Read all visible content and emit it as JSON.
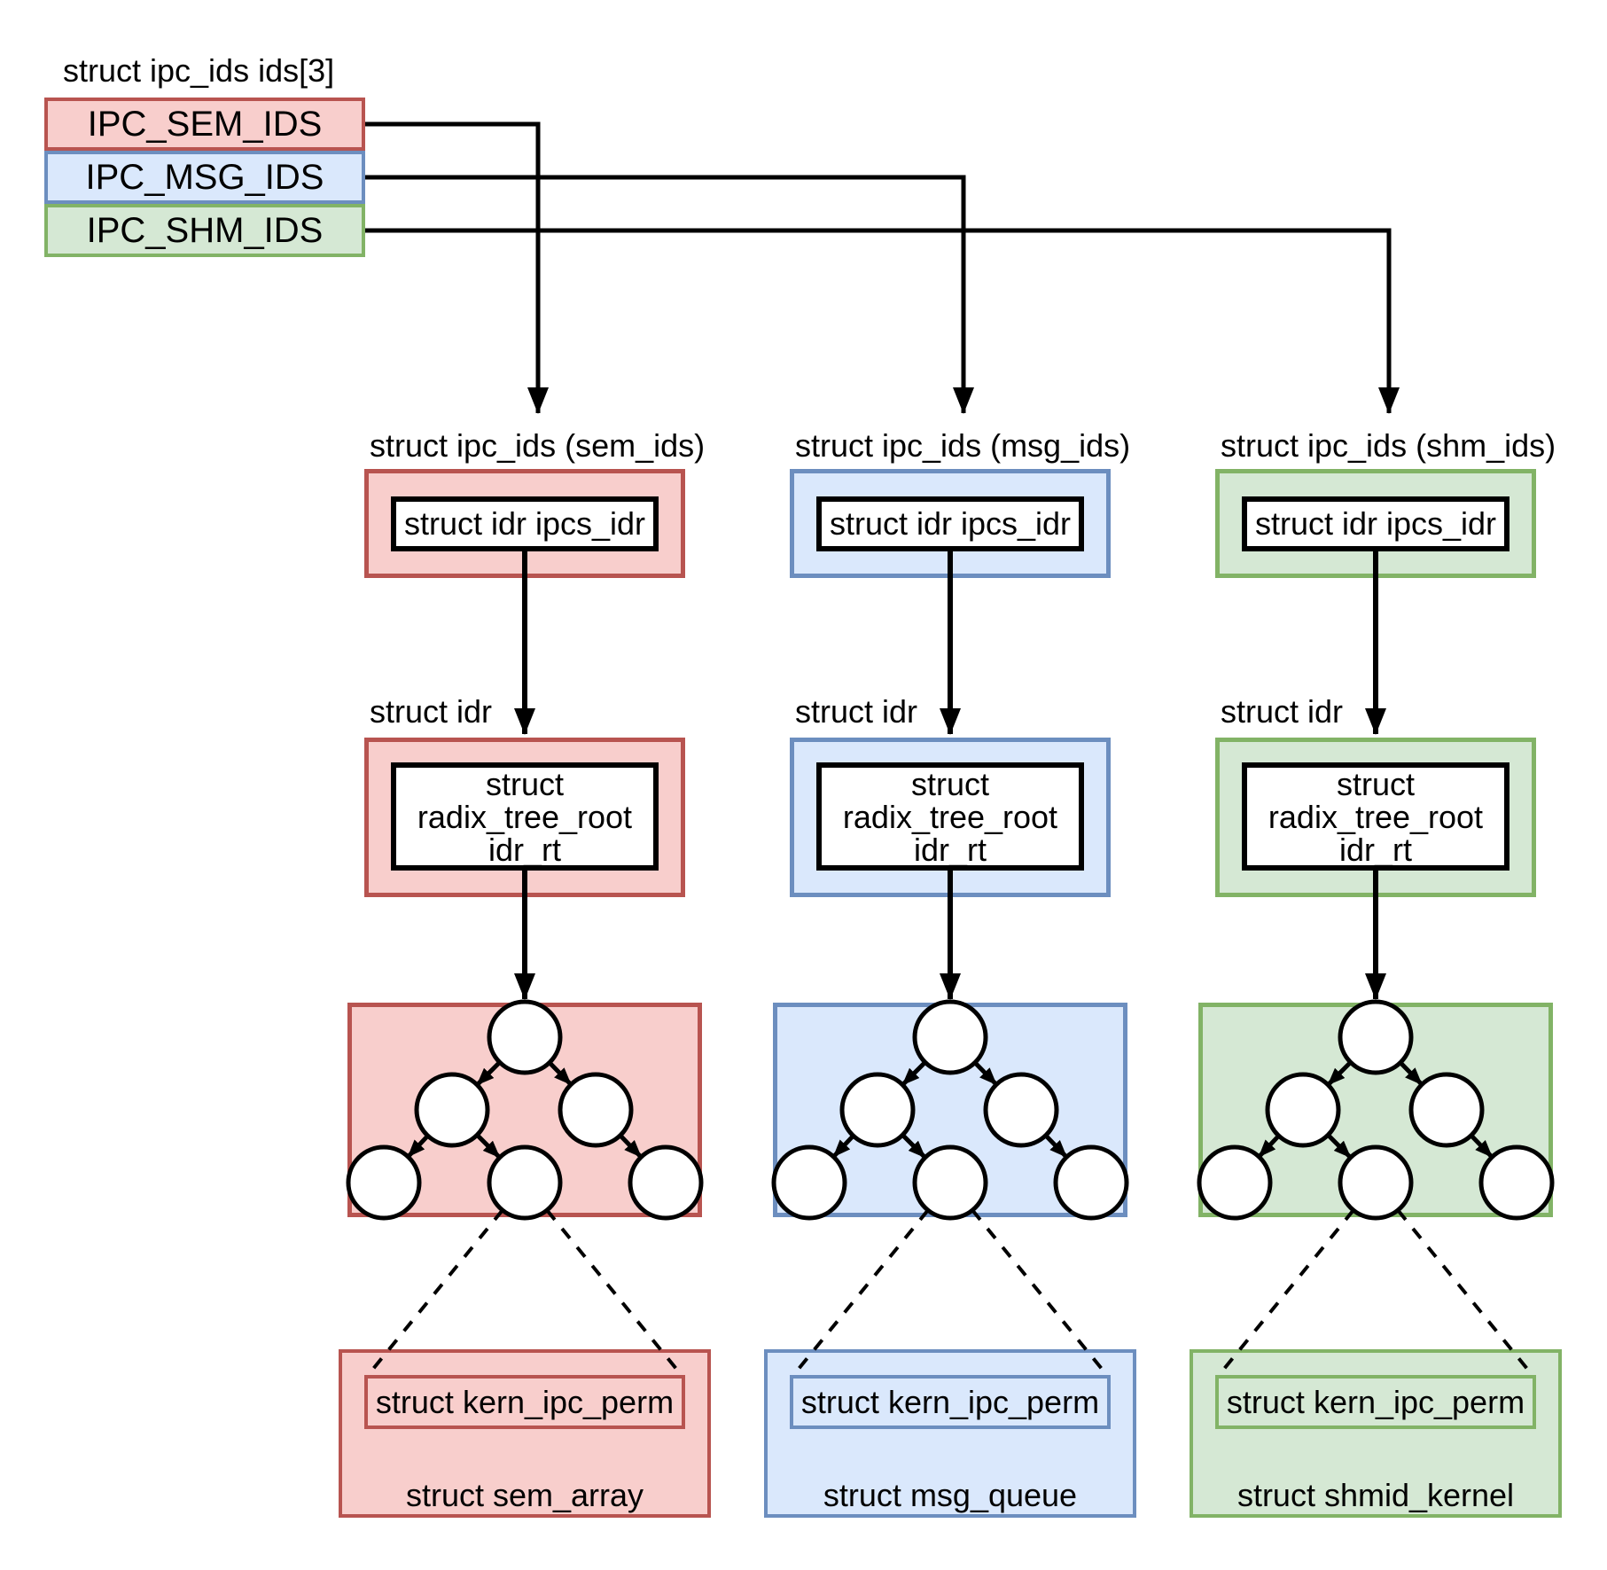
{
  "canvas": {
    "background": "#ffffff"
  },
  "title": "struct ipc_ids ids[3]",
  "table": {
    "rows": [
      {
        "label": "IPC_SEM_IDS",
        "fill": "#f8cecc",
        "stroke": "#b85450"
      },
      {
        "label": "IPC_MSG_IDS",
        "fill": "#dae8fc",
        "stroke": "#6c8ebf"
      },
      {
        "label": "IPC_SHM_IDS",
        "fill": "#d5e8d4",
        "stroke": "#82b366"
      }
    ]
  },
  "columns": [
    {
      "header": "struct ipc_ids (sem_ids)",
      "ipcs_idr": "struct idr ipcs_idr",
      "idr_label": "struct idr",
      "radix_line1": "struct",
      "radix_line2": "radix_tree_root",
      "radix_line3": "idr_rt",
      "kern_ipc_perm": "struct kern_ipc_perm",
      "bottom_struct": "struct sem_array",
      "fill": "#f8cecc",
      "stroke": "#b85450"
    },
    {
      "header": "struct ipc_ids (msg_ids)",
      "ipcs_idr": "struct idr ipcs_idr",
      "idr_label": "struct idr",
      "radix_line1": "struct",
      "radix_line2": "radix_tree_root",
      "radix_line3": "idr_rt",
      "kern_ipc_perm": "struct kern_ipc_perm",
      "bottom_struct": "struct msg_queue",
      "fill": "#dae8fc",
      "stroke": "#6c8ebf"
    },
    {
      "header": "struct ipc_ids (shm_ids)",
      "ipcs_idr": "struct idr ipcs_idr",
      "idr_label": "struct idr",
      "radix_line1": "struct",
      "radix_line2": "radix_tree_root",
      "radix_line3": "idr_rt",
      "kern_ipc_perm": "struct kern_ipc_perm",
      "bottom_struct": "struct shmid_kernel",
      "fill": "#d5e8d4",
      "stroke": "#82b366"
    }
  ]
}
